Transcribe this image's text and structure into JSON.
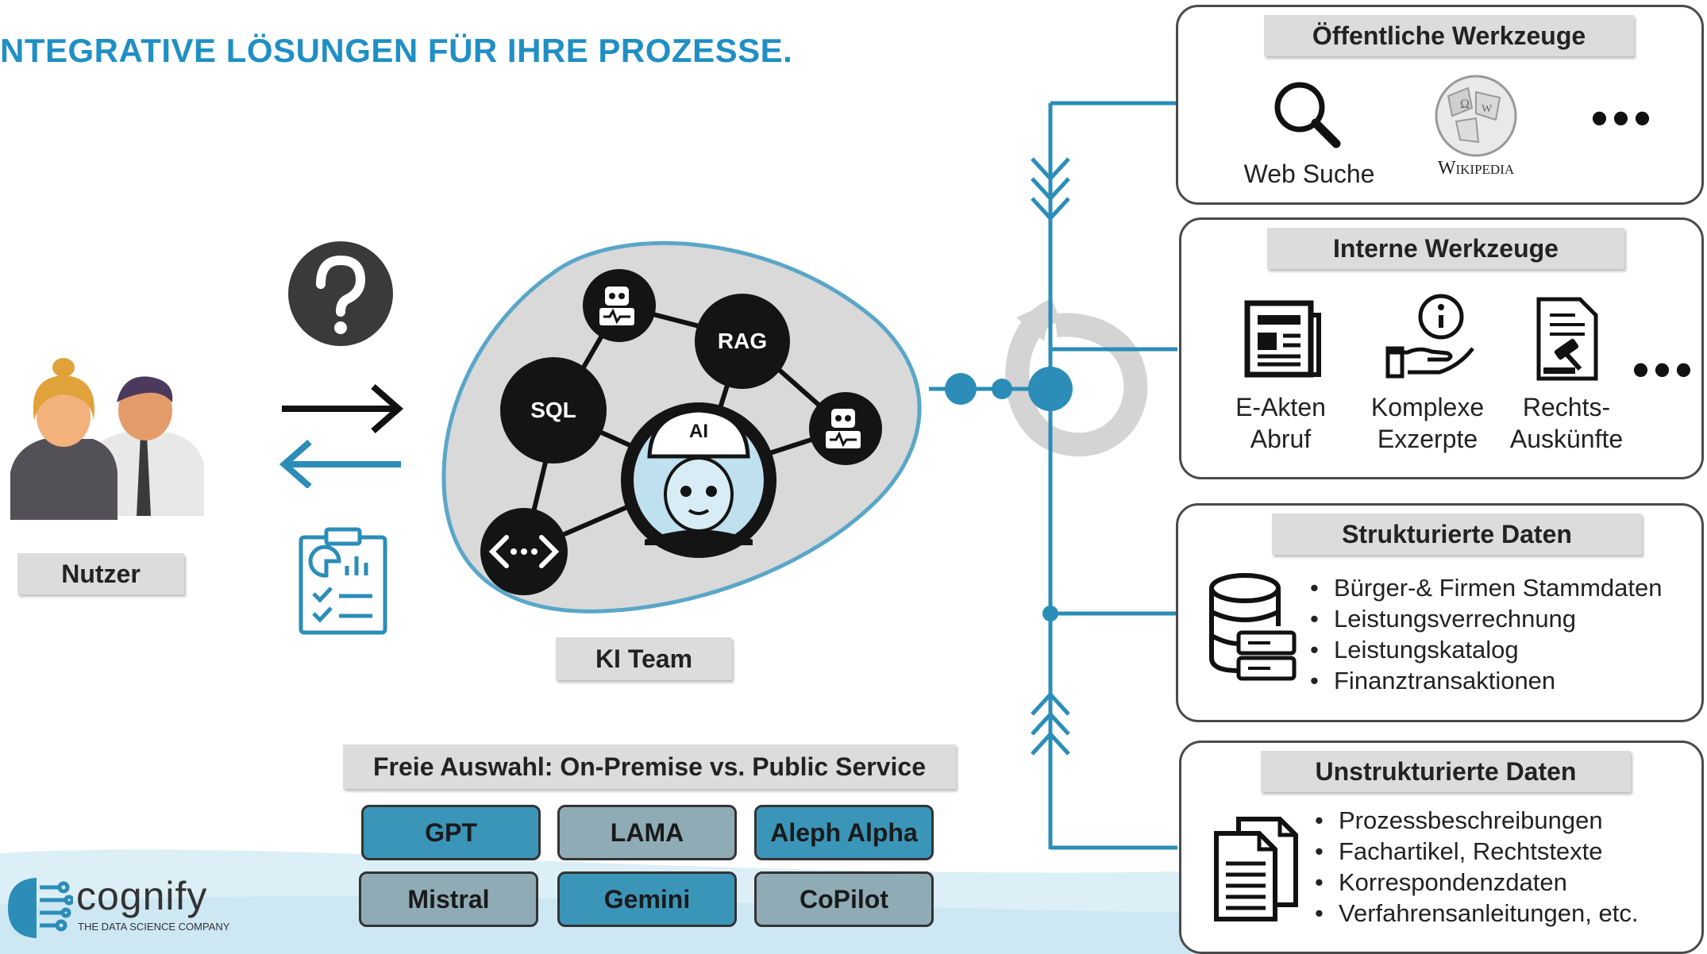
{
  "header": {
    "title": "NTEGRATIVE LÖSUNGEN FÜR IHRE PROZESSE."
  },
  "user": {
    "label": "Nutzer"
  },
  "team": {
    "label": "KI Team",
    "nodes": {
      "sql": "SQL",
      "rag": "RAG",
      "ai": "AI"
    }
  },
  "models": {
    "heading": "Freie Auswahl: On-Premise vs. Public Service",
    "items": [
      {
        "label": "GPT",
        "color": "#3a95b9"
      },
      {
        "label": "LAMA",
        "color": "#8facb6"
      },
      {
        "label": "Aleph Alpha",
        "color": "#3a95b9"
      },
      {
        "label": "Mistral",
        "color": "#8facb6"
      },
      {
        "label": "Gemini",
        "color": "#3a95b9"
      },
      {
        "label": "CoPilot",
        "color": "#8facb6"
      }
    ]
  },
  "panels": {
    "public_tools": {
      "title": "Öffentliche Werkzeuge",
      "web_search": "Web Suche",
      "wikipedia": "Wikipedia",
      "more": "•••"
    },
    "internal_tools": {
      "title": "Interne Werkzeuge",
      "eakten_1": "E-Akten",
      "eakten_2": "Abruf",
      "excerpts_1": "Komplexe",
      "excerpts_2": "Exzerpte",
      "legal_1": "Rechts-",
      "legal_2": "Auskünfte",
      "more": "•••"
    },
    "structured": {
      "title": "Strukturierte Daten",
      "items": [
        "Bürger-& Firmen Stammdaten",
        "Leistungsverrechnung",
        "Leistungskatalog",
        "Finanztransaktionen"
      ]
    },
    "unstructured": {
      "title": "Unstrukturierte Daten",
      "items": [
        "Prozessbeschreibungen",
        "Fachartikel, Rechtstexte",
        "Korrespondenzdaten",
        "Verfahrensanleitungen, etc."
      ]
    }
  },
  "brand": {
    "name": "cognify",
    "tagline": "THE DATA SCIENCE COMPANY"
  },
  "colors": {
    "accent": "#1f8fc4",
    "line": "#2b8db8"
  }
}
